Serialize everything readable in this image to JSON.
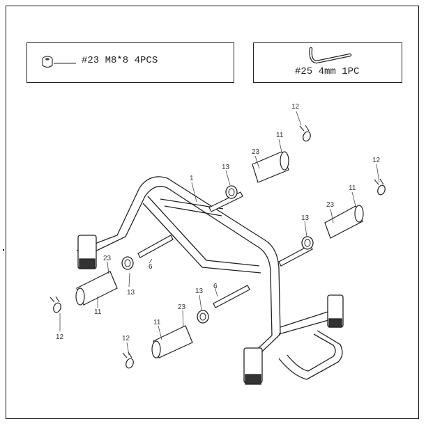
{
  "hardware_boxes": [
    {
      "code": "#23 M8*8 4PCS"
    },
    {
      "code": "#25 4mm 1PC"
    }
  ],
  "part_labels": {
    "frame": "1",
    "axle": "6",
    "sleeve": "11",
    "clip": "12",
    "spacer": "13",
    "bolt": "23"
  }
}
